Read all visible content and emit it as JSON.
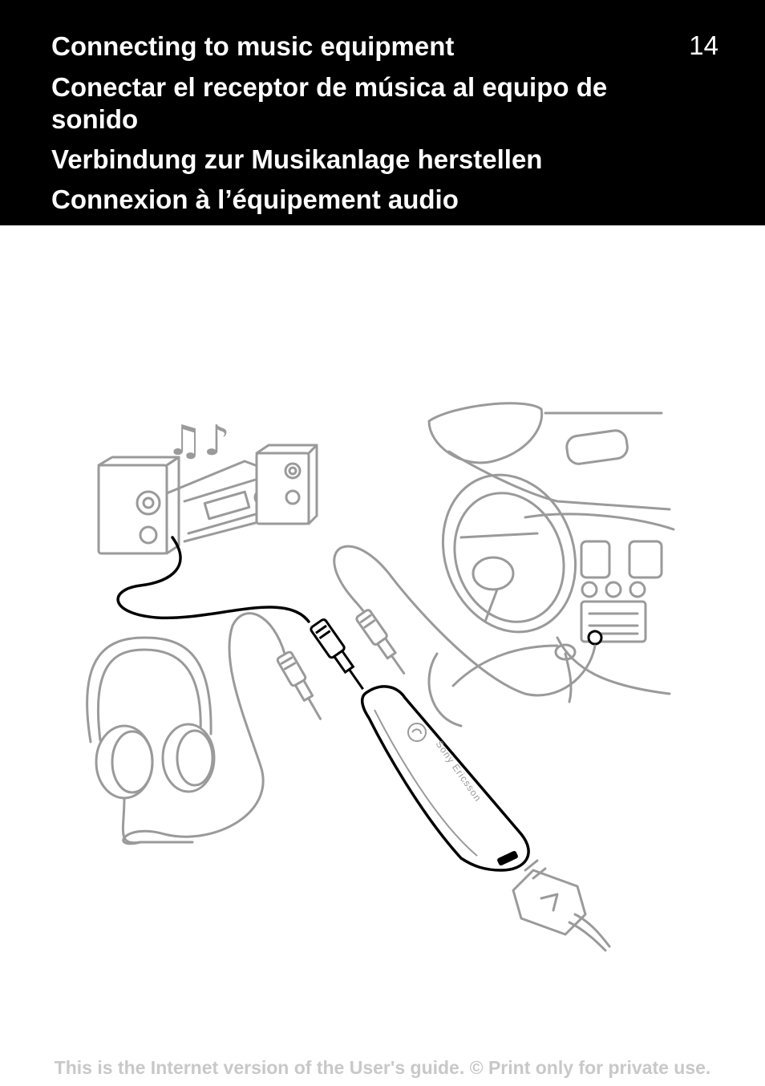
{
  "header": {
    "page_number": "14",
    "title_en": "Connecting to music equipment",
    "title_es": "Conectar el receptor de música al equipo de sonido",
    "title_de": "Verbindung zur Musikanlage herstellen",
    "title_fr": "Connexion à l’équipement audio"
  },
  "illustration": {
    "brand": "Sony Ericsson",
    "music_notes": "♫♪"
  },
  "footer": {
    "notice": "This is the Internet version of the User's guide. © Print only for private use."
  },
  "colors": {
    "header_background": "#000000",
    "header_text": "#ffffff",
    "line_art": "#9a9a9a",
    "active_cable": "#000000",
    "footer_text": "#c8c8c8"
  }
}
